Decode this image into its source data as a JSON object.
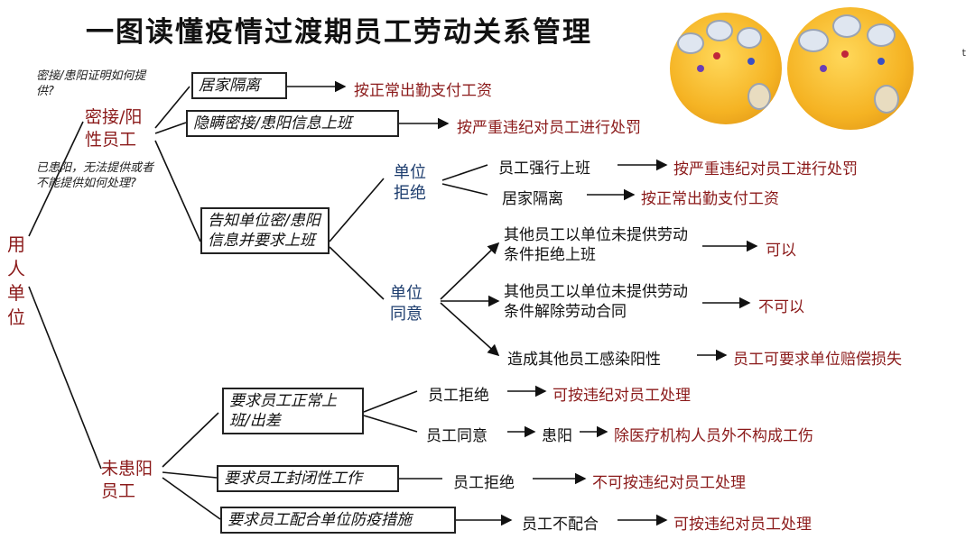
{
  "title": "一图读懂疫情过渡期员工劳动关系管理",
  "corner_mark": "t",
  "root": "用人单位",
  "categories": {
    "close_contact": "密接/阳性员工",
    "not_infected": "未患阳员工"
  },
  "notes": {
    "proof_question": "密接/患阳证明如何提供?",
    "proof_answer": "已患阳，无法提供或者不能提供如何处理?"
  },
  "boxes": {
    "home_isolation": "居家隔离",
    "concealed": "隐瞒密接/患阳信息上班",
    "notify": "告知单位密/患阳信息并要求上班",
    "require_normal": "要求员工正常上班/出差",
    "require_closed": "要求员工封闭性工作",
    "require_cooperate": "要求员工配合单位防疫措施"
  },
  "sub_nodes": {
    "unit_refuse": "单位拒绝",
    "unit_agree": "单位同意"
  },
  "labels": {
    "forced_work": "员工强行上班",
    "home_isolation2": "居家隔离",
    "others_refuse": "其他员工以单位未提供劳动条件拒绝上班",
    "others_terminate": "其他员工以单位未提供劳动条件解除劳动合同",
    "caused_infection": "造成其他员工感染阳性",
    "emp_refuse": "员工拒绝",
    "emp_agree": "员工同意",
    "infected": "患阳",
    "emp_refuse2": "员工拒绝",
    "emp_noncoop": "员工不配合"
  },
  "results": {
    "pay_normal": "按正常出勤支付工资",
    "punish_serious": "按严重违纪对员工进行处罚",
    "punish_serious2": "按严重违纪对员工进行处罚",
    "pay_normal2": "按正常出勤支付工资",
    "can": "可以",
    "cannot": "不可以",
    "compensation": "员工可要求单位赔偿损失",
    "can_discipline": "可按违纪对员工处理",
    "not_work_injury": "除医疗机构人员外不构成工伤",
    "cannot_discipline": "不可按违纪对员工处理",
    "can_discipline2": "可按违纪对员工处理"
  },
  "colors": {
    "result_red": "#8b1a1a",
    "sub_blue": "#1d3d6e",
    "emoji_yellow": "#f5b323"
  },
  "decorations": [
    "covering-eyes-emoji-icon",
    "covering-eyes-emoji-icon"
  ]
}
